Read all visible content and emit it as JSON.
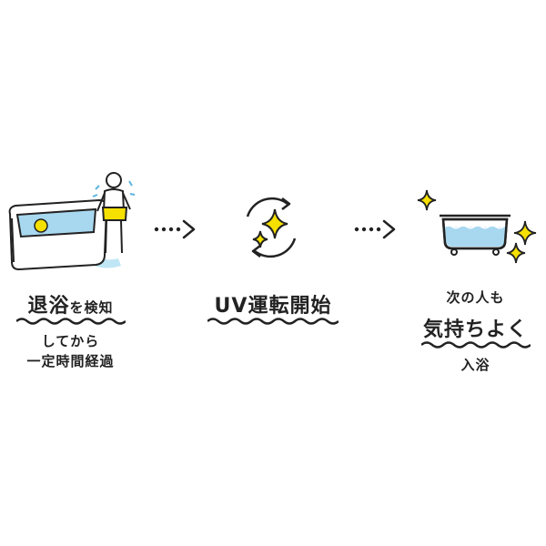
{
  "steps": [
    {
      "title_emph": "退浴",
      "title_rest": "を検知",
      "sub_lines": [
        "してから",
        "一定時間経過"
      ]
    },
    {
      "title": "UV運転開始"
    },
    {
      "pre": "次の人も",
      "title": "気持ちよく",
      "post": "入浴"
    }
  ],
  "colors": {
    "line": "#222222",
    "wave": "#222222",
    "water": "#a8d8f0",
    "accent": "#f5e000",
    "floor": "#bfe6f5"
  },
  "icons": [
    "bathtub-person-icon",
    "arrow-right-icon",
    "uv-sparkle-cycle-icon",
    "arrow-right-icon",
    "clean-bathtub-sparkle-icon"
  ]
}
